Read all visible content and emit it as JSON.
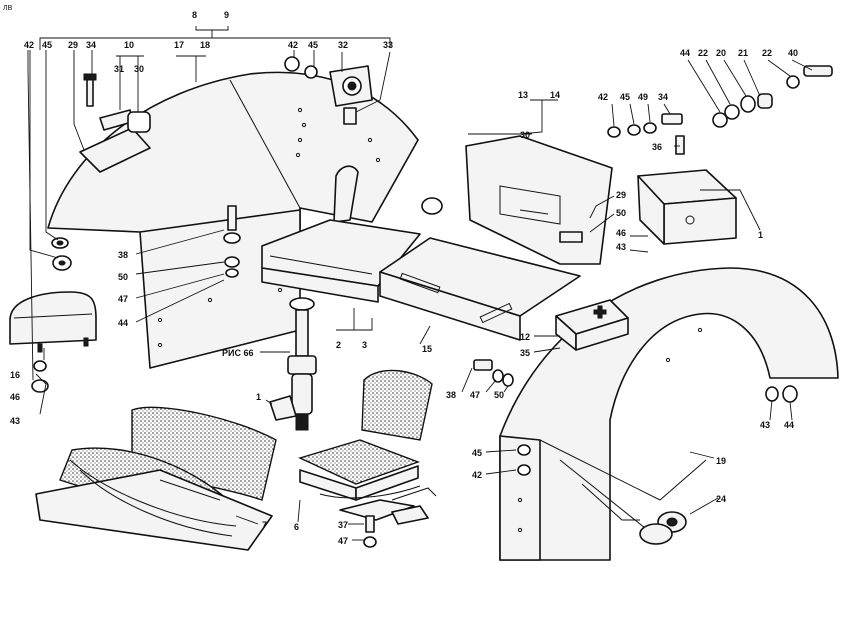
{
  "corner_mark": "ЛВ",
  "callouts": {
    "c8": "8",
    "c9": "9",
    "c10": "10",
    "c17": "17",
    "c18": "18",
    "c42a": "42",
    "c45a": "45",
    "c29a": "29",
    "c34a": "34",
    "c31": "31",
    "c30a": "30",
    "c42b": "42",
    "c45b": "45",
    "c32": "32",
    "c33": "33",
    "c13": "13",
    "c14": "14",
    "c30b": "30",
    "c42c": "42",
    "c45c": "45",
    "c49": "49",
    "c34b": "34",
    "c36": "36",
    "c44a": "44",
    "c22a": "22",
    "c20": "20",
    "c21": "21",
    "c22b": "22",
    "c40": "40",
    "c29b": "29",
    "c50a": "50",
    "c46a": "46",
    "c43a": "43",
    "c1a": "1",
    "c38a": "38",
    "c50b": "50",
    "c47a": "47",
    "c44b": "44",
    "c2": "2",
    "c3": "3",
    "c15": "15",
    "c12": "12",
    "c35": "35",
    "ris66": "РИС 66",
    "c16": "16",
    "c46b": "46",
    "c43b": "43",
    "c1b": "1",
    "c38b": "38",
    "c47b": "47",
    "c50c": "50",
    "c43c": "43",
    "c44c": "44",
    "c19": "19",
    "c45d": "45",
    "c42d": "42",
    "c7": "7",
    "c6": "6",
    "c37": "37",
    "c47c": "47",
    "c24": "24"
  }
}
